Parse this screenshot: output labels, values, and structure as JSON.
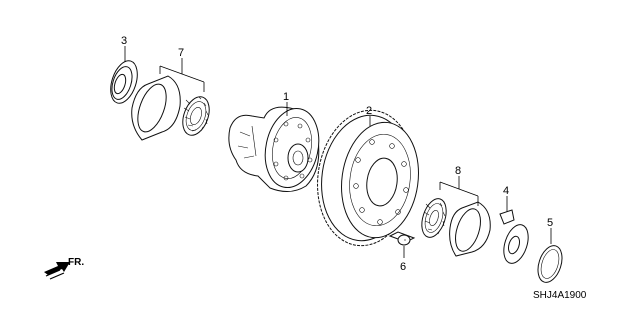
{
  "callouts": {
    "c1": "1",
    "c2": "2",
    "c3": "3",
    "c4": "4",
    "c5": "5",
    "c6": "6",
    "c7": "7",
    "c8": "8"
  },
  "direction_label": "FR.",
  "diagram_code": "SHJ4A1900"
}
